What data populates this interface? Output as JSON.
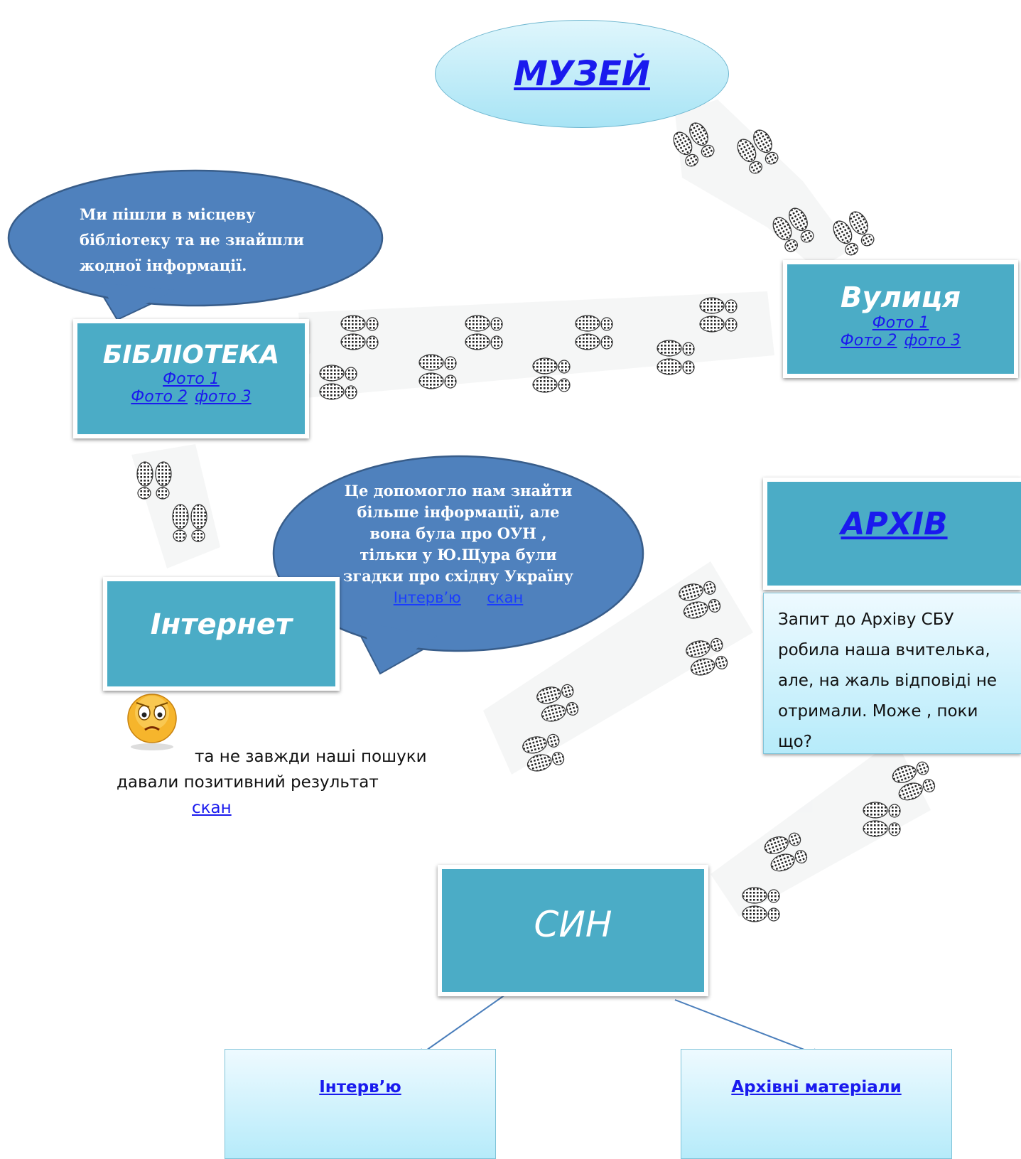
{
  "museum": {
    "label": "МУЗЕЙ"
  },
  "library": {
    "title": "БІБЛІОТЕКА",
    "links": [
      "Фото 1",
      "Фото 2",
      "фото 3"
    ],
    "bubble": [
      "Ми пішли в місцеву",
      "бібліотеку та не знайшли",
      "жодної інформації."
    ]
  },
  "street": {
    "title": "Вулиця",
    "links": [
      "Фото 1",
      "Фото 2",
      "фото 3"
    ]
  },
  "internet": {
    "title": "Інтернет",
    "bubble": [
      "Це допомогло нам знайти",
      "більше інформації, але",
      "вона була про ОУН ,",
      "тільки у Ю.Щура  були",
      "згадки про східну Україну"
    ],
    "bubble_links": [
      "Інтерв’ю",
      "скан"
    ],
    "fail_text_1": "та не завжди  наші пошуки",
    "fail_text_2": "давали позитивний результат",
    "fail_link": "скан"
  },
  "archive": {
    "title": "АРХІВ",
    "note": [
      "Запит до Архіву СБУ",
      "робила наша вчителька,",
      "але, на жаль відповіді не",
      "отримали. Може , поки",
      "що?"
    ]
  },
  "son": {
    "title": "СИН",
    "children": [
      "Інтерв’ю",
      "Архівні матеріали"
    ]
  },
  "colors": {
    "box_fill": "#4bacc6",
    "bubble_fill": "#4f81bd",
    "link": "#1a1aee"
  },
  "icons": [
    "footprints-icon",
    "sad-face-icon",
    "arrow-icon"
  ]
}
